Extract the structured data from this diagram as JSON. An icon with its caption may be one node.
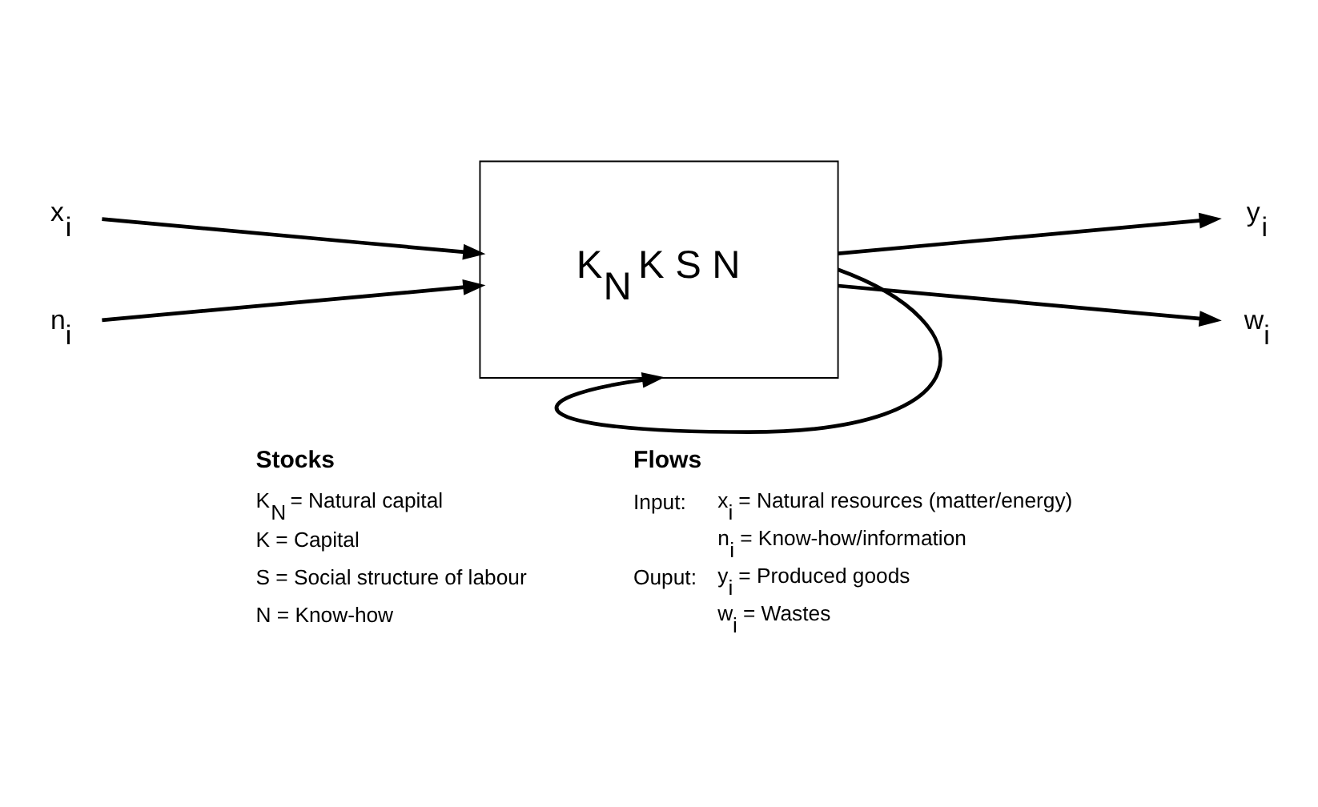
{
  "diagram": {
    "nodes": [
      {
        "text": [
          "K$_{N}$ K S N"
        ]
      },
      {
        "text": [
          "x$_{i}$"
        ]
      },
      {
        "text": [
          "n$_{i}$"
        ]
      },
      {
        "text": [
          "y$_{i}$"
        ]
      },
      {
        "text": [
          "w$_{i}$"
        ]
      }
    ],
    "edges": [
      {
        "from": 1,
        "to": 0,
        "arrow": "to"
      },
      {
        "from": 2,
        "to": 0,
        "arrow": "to"
      },
      {
        "from": 0,
        "to": 3,
        "arrow": "to"
      },
      {
        "from": 0,
        "to": 4,
        "arrow": "to"
      },
      {
        "from": 0,
        "to": 0,
        "arrow": "to"
      }
    ],
    "labels": [
      "Stocks",
      "K$_{N}$ = Natural capital",
      "K = Capital",
      "S = Social structure of labour",
      "N = Know-how",
      "Flows",
      "Input:",
      "x$_{i}$ = Natural resources (matter/energy)",
      "n$_{i}$ = Know-how/information",
      "Ouput:",
      "y$_{i}$ = Produced goods",
      "w$_{i}$ = Wastes"
    ]
  }
}
